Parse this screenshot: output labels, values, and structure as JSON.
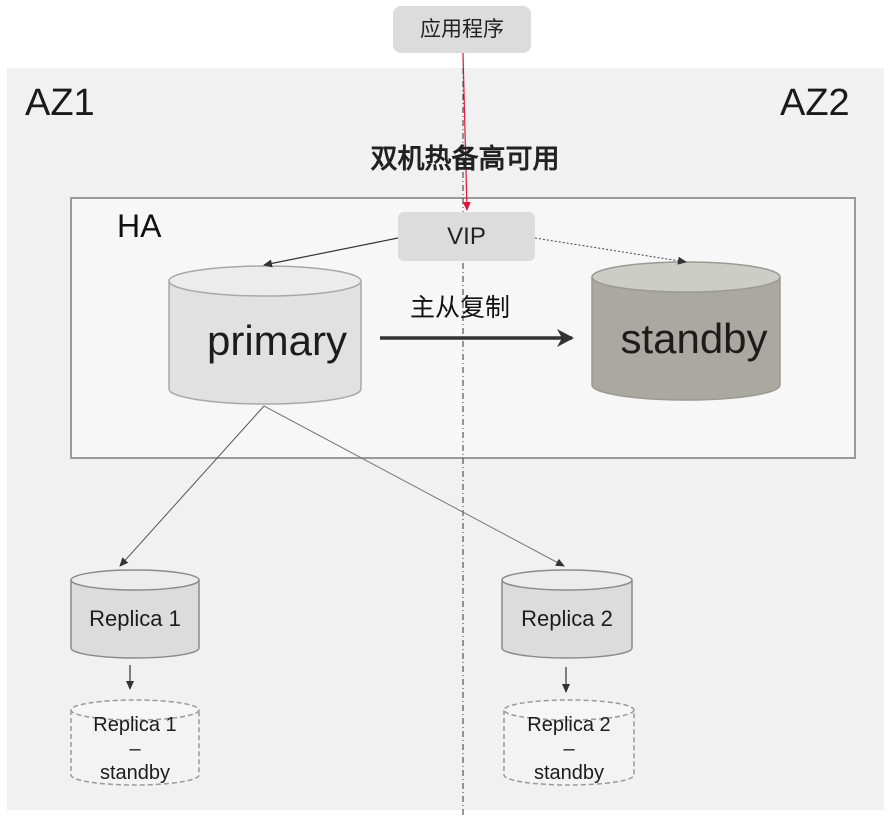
{
  "app": {
    "label": "应用程序"
  },
  "zones": {
    "left": "AZ1",
    "right": "AZ2"
  },
  "title": "双机热备高可用",
  "ha": {
    "label": "HA",
    "vip": "VIP",
    "replication": "主从复制",
    "primary": "primary",
    "standby": "standby"
  },
  "replicas": [
    {
      "label": "Replica 1",
      "standby_lines": [
        "Replica 1",
        "–",
        "standby"
      ]
    },
    {
      "label": "Replica 2",
      "standby_lines": [
        "Replica 2",
        "–",
        "standby"
      ]
    }
  ],
  "colors": {
    "zone_bg": "#f1f1f1",
    "ha_bg": "#f7f7f7",
    "ha_border": "#9a9a9a",
    "box_gray": "#dcdcdc",
    "primary_fill": "#e1e1e1",
    "standby_fill": "#a9a9a1",
    "replica_fill": "#dcdcdc",
    "app_arrow": "#e2173d",
    "dark_arrow": "#333333"
  }
}
